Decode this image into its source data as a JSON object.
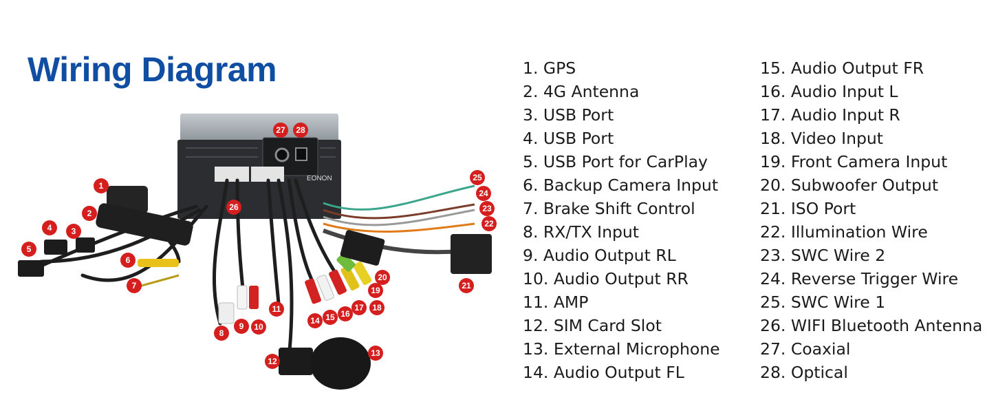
{
  "title": "Wiring Diagram",
  "brand": "EONON",
  "colors": {
    "title": "#0f4ea3",
    "badge": "#d51f1f",
    "unit_top": "#a7adb2",
    "unit_body": "#2b2d30",
    "cable": "#1e1e1e"
  },
  "legend": [
    "1. GPS",
    "2. 4G Antenna",
    "3. USB Port",
    "4. USB Port",
    "5. USB Port for CarPlay",
    "6. Backup Camera Input",
    "7. Brake Shift Control",
    "8. RX/TX Input",
    "9. Audio Output RL",
    "10. Audio Output RR",
    "11. AMP",
    "12. SIM Card Slot",
    "13. External Microphone",
    "14. Audio Output FL",
    "15. Audio Output FR",
    "16. Audio Input L",
    "17. Audio Input R",
    "18. Video Input",
    "19. Front Camera Input",
    "20. Subwoofer Output",
    "21. ISO Port",
    "22. Illumination Wire",
    "23. SWC Wire 2",
    "24. Reverse Trigger Wire",
    "25. SWC Wire 1",
    "26. WIFI Bluetooth Antenna",
    "27. Coaxial",
    "28. Optical"
  ],
  "badges": [
    "1",
    "2",
    "3",
    "4",
    "5",
    "6",
    "7",
    "8",
    "9",
    "10",
    "11",
    "12",
    "13",
    "14",
    "15",
    "16",
    "17",
    "18",
    "19",
    "20",
    "21",
    "22",
    "23",
    "24",
    "25",
    "26",
    "27",
    "28"
  ]
}
